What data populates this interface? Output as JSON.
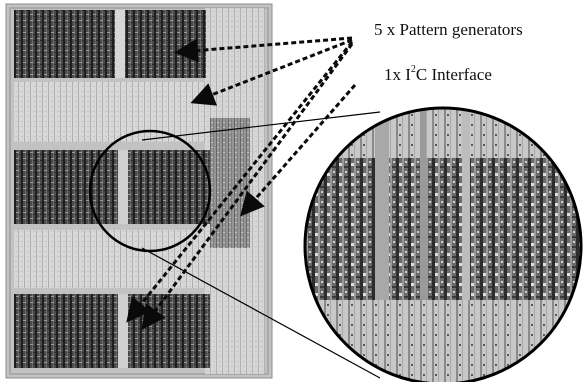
{
  "annotations": {
    "pattern_generators": "5 x Pattern generators",
    "i2c_prefix": "1x I",
    "i2c_sup": "2",
    "i2c_suffix": "C Interface"
  },
  "colors": {
    "die_background": "#c2c2c2",
    "logic_dark": "#3a3a3a",
    "logic_light": "#9a9a9a",
    "arrow": "#0a0a0a",
    "outline": "#000000"
  }
}
